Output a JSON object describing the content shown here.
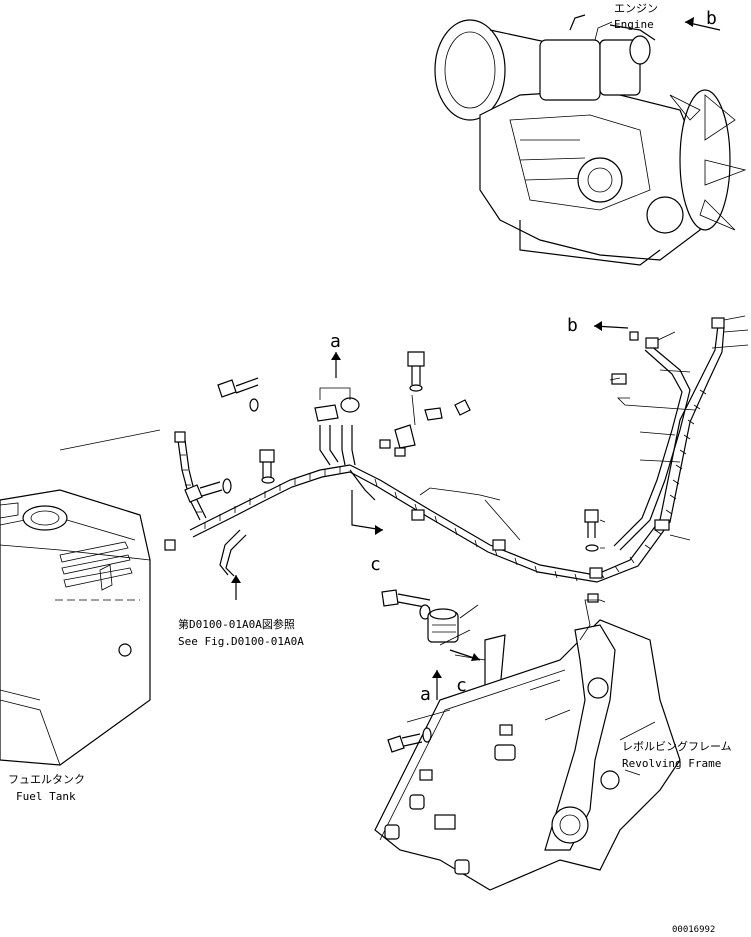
{
  "labels": {
    "engine_jp": "エンジン",
    "engine_en": "Engine",
    "fuel_tank_jp": "フュエルタンク",
    "fuel_tank_en": "Fuel Tank",
    "frame_jp": "レボルビングフレーム",
    "frame_en": "Revolving Frame",
    "ref_jp": "第D0100-01A0A図参照",
    "ref_en": "See Fig.D0100-01A0A",
    "drawing_no": "00016992"
  },
  "arrow_letters": {
    "b_top": "b",
    "b_mid": "b",
    "a_top": "a",
    "a_bottom": "a",
    "c_mid": "c",
    "c_bottom": "c"
  }
}
